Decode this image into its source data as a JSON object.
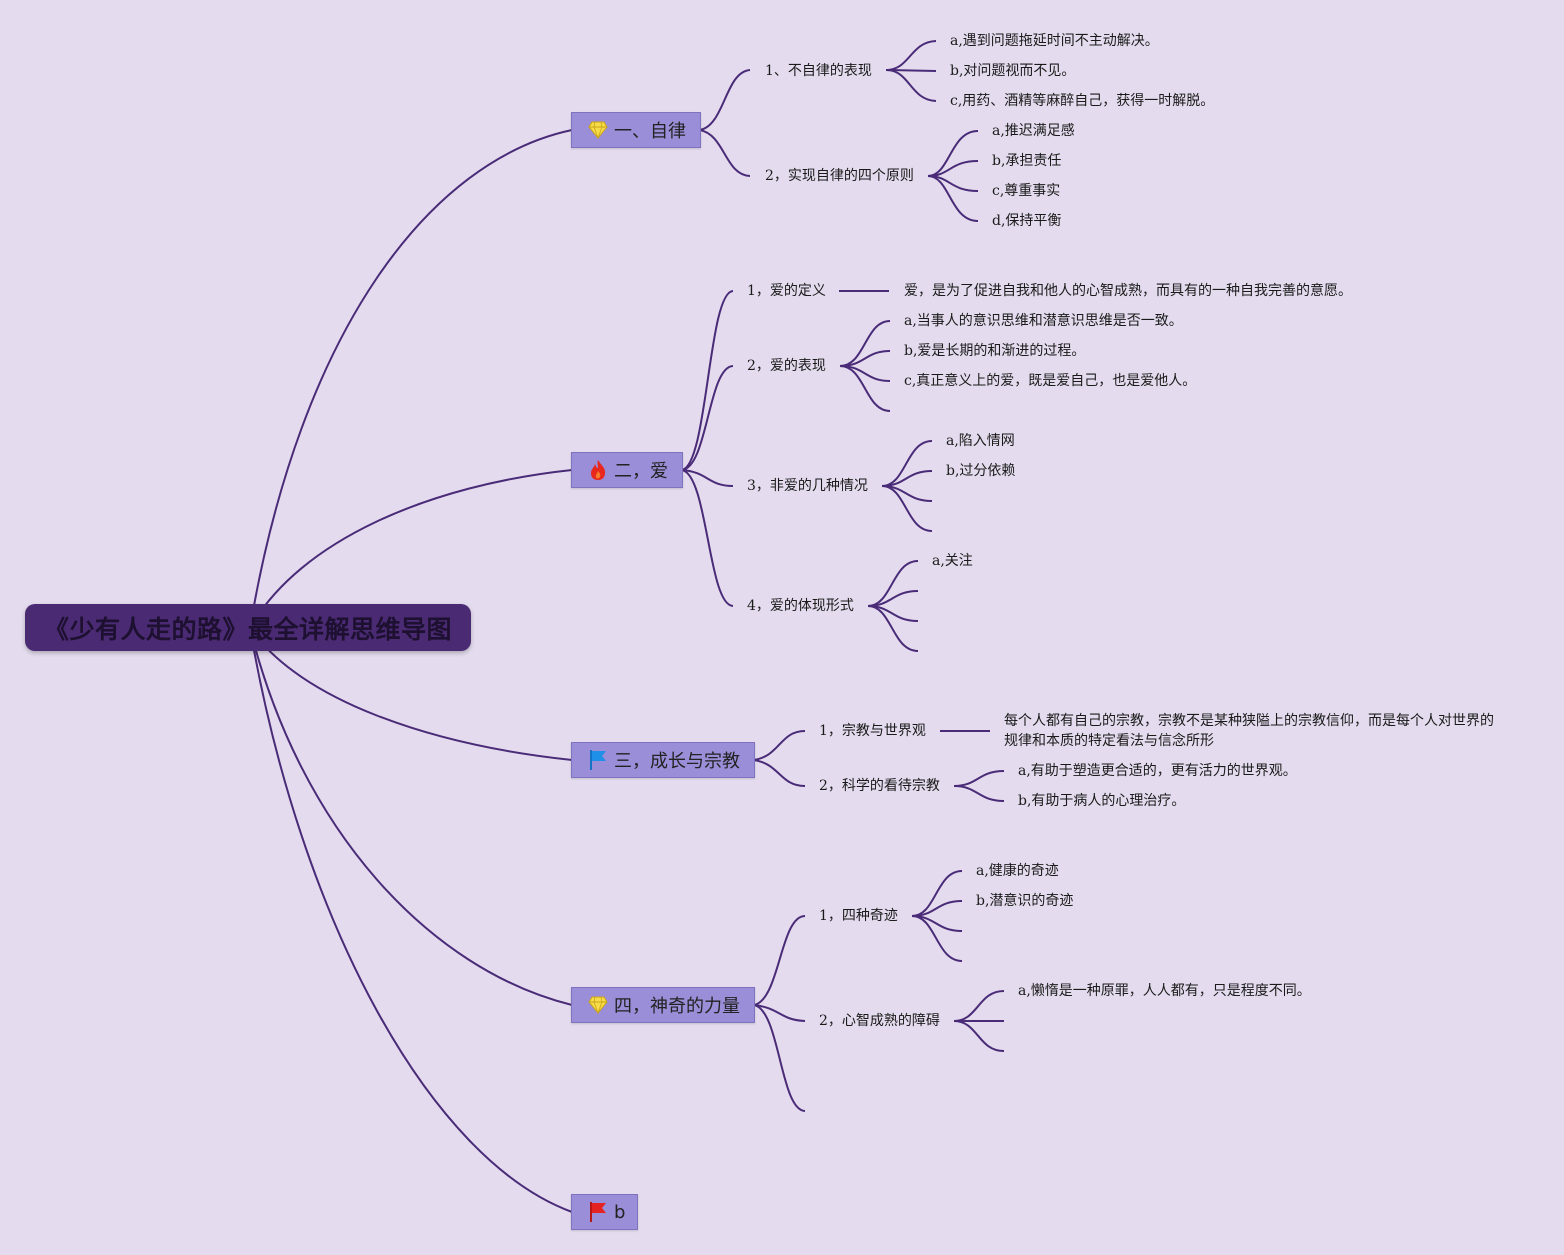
{
  "root": {
    "title": "《少有人走的路》最全详解思维导图"
  },
  "branches": {
    "b1": {
      "icon": "diamond-icon",
      "label": "一、自律"
    },
    "b2": {
      "icon": "fire-icon",
      "label": "二，爱"
    },
    "b3": {
      "icon": "blue-flag-icon",
      "label": "三，成长与宗教"
    },
    "b4": {
      "icon": "diamond-icon",
      "label": "四，神奇的力量"
    },
    "b5": {
      "icon": "red-flag-icon",
      "label": "b"
    }
  },
  "nodes": {
    "b1_s1": "1、不自律的表现",
    "b1_s1_a": "a,遇到问题拖延时间不主动解决。",
    "b1_s1_b": "b,对问题视而不见。",
    "b1_s1_c": "c,用药、酒精等麻醉自己，获得一时解脱。",
    "b1_s2": "2，实现自律的四个原则",
    "b1_s2_a": "a,推迟满足感",
    "b1_s2_b": "b,承担责任",
    "b1_s2_c": "c,尊重事实",
    "b1_s2_d": "d,保持平衡",
    "b2_s1": "1，爱的定义",
    "b2_s1_def": "爱，是为了促进自我和他人的心智成熟，而具有的一种自我完善的意愿。",
    "b2_s2": "2，爱的表现",
    "b2_s2_a": "a,当事人的意识思维和潜意识思维是否一致。",
    "b2_s2_b": "b,爱是长期的和渐进的过程。",
    "b2_s2_c": "c,真正意义上的爱，既是爱自己，也是爱他人。",
    "b2_s3": "3，非爱的几种情况",
    "b2_s3_a": "a,陷入情网",
    "b2_s3_b": "b,过分依赖",
    "b2_s4": "4，爱的体现形式",
    "b2_s4_a": "a,关注",
    "b3_s1": "1，宗教与世界观",
    "b3_s1_def": "每个人都有自己的宗教，宗教不是某种狭隘上的宗教信仰，而是每个人对世界的规律和本质的特定看法与信念所形",
    "b3_s2": "2，科学的看待宗教",
    "b3_s2_a": "a,有助于塑造更合适的，更有活力的世界观。",
    "b3_s2_b": "b,有助于病人的心理治疗。",
    "b4_s1": "1，四种奇迹",
    "b4_s1_a": "a,健康的奇迹",
    "b4_s1_b": "b,潜意识的奇迹",
    "b4_s2": "2，心智成熟的障碍",
    "b4_s2_a": "a,懒惰是一种原罪，人人都有，只是程度不同。"
  },
  "colors": {
    "background": "#e4dcee",
    "connector": "#4a2b78",
    "root_fill": "#4a2a73",
    "branch_fill": "#9b8ed8"
  }
}
